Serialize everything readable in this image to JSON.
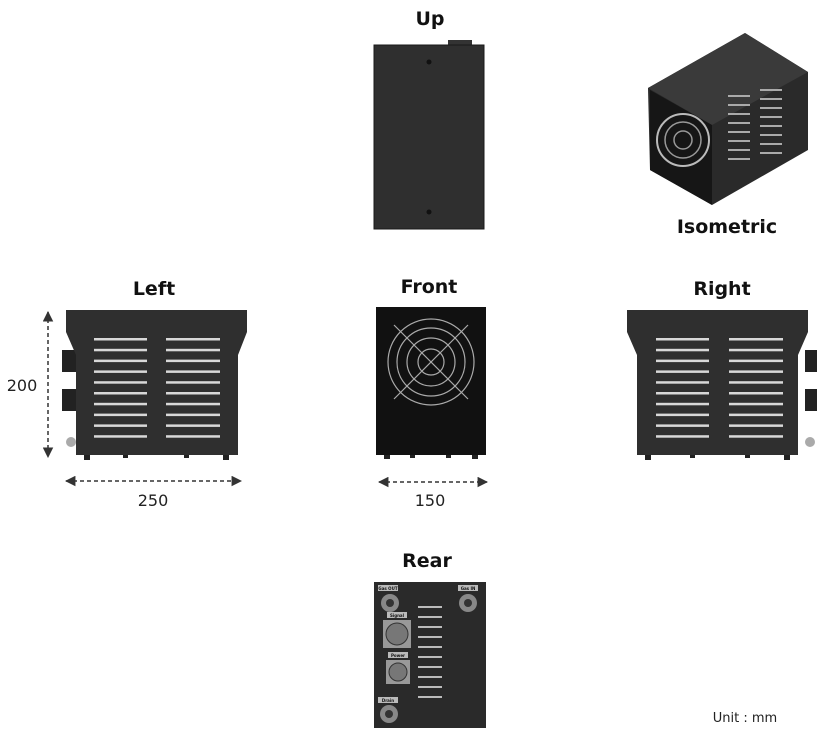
{
  "views": {
    "up": "Up",
    "isometric": "Isometric",
    "left": "Left",
    "front": "Front",
    "right": "Right",
    "rear": "Rear"
  },
  "dimensions": {
    "height": "200",
    "width": "250",
    "depth": "150"
  },
  "rear_ports": {
    "gas_out": "Gas OUT",
    "gas_in": "Gas IN",
    "signal": "Signal",
    "power": "Power",
    "drain": "Drain"
  },
  "unit_label": "Unit : mm",
  "colors": {
    "body": "#2b2b2b",
    "front": "#111111",
    "slot": "#d8d8d8"
  }
}
